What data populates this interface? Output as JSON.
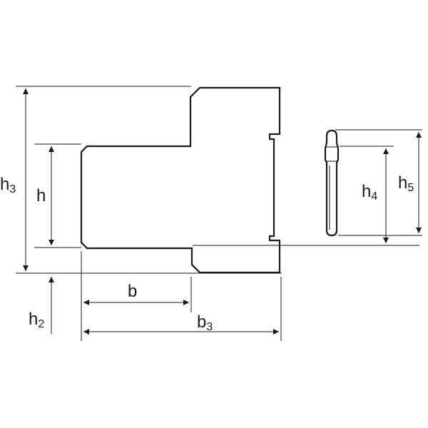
{
  "diagram": {
    "labels": {
      "h3": {
        "base": "h",
        "sub": "3"
      },
      "h": {
        "base": "h",
        "sub": ""
      },
      "h2": {
        "base": "h",
        "sub": "2"
      },
      "b": {
        "base": "b",
        "sub": ""
      },
      "b3": {
        "base": "b",
        "sub": "3"
      },
      "h4": {
        "base": "h",
        "sub": "4"
      },
      "h5": {
        "base": "h",
        "sub": "5"
      }
    },
    "colors": {
      "stroke": "#1a1a1a",
      "background": "#ffffff"
    }
  }
}
